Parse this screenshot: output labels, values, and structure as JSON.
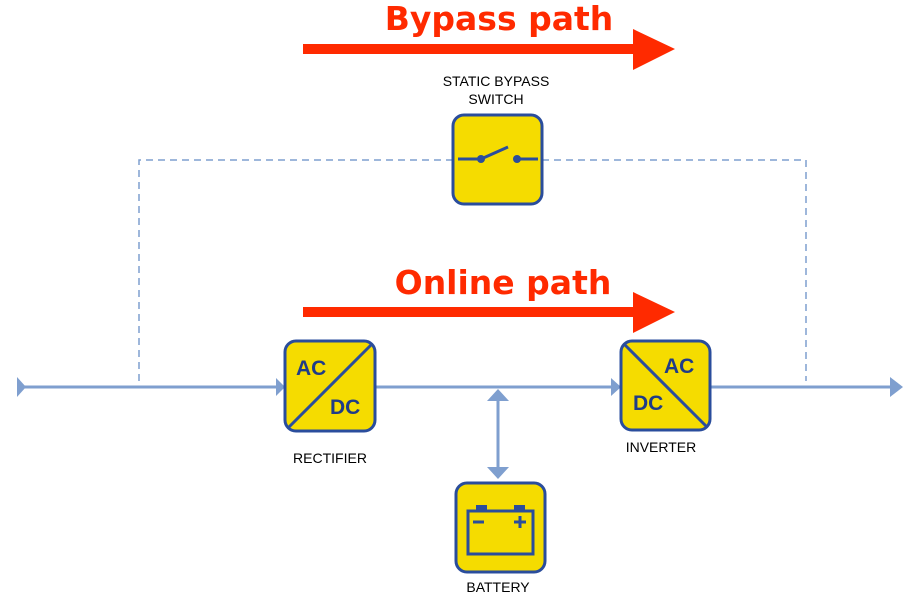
{
  "labels": {
    "bypass_path": "Bypass path",
    "online_path": "Online path",
    "static_bypass_line1": "STATIC BYPASS",
    "static_bypass_line2": "SWITCH",
    "rectifier": "RECTIFIER",
    "inverter": "INVERTER",
    "battery": "BATTERY",
    "rectifier_in": "AC",
    "rectifier_out": "DC",
    "inverter_in": "DC",
    "inverter_out": "AC"
  },
  "colors": {
    "arrow_red": "#ff2a00",
    "line_blue": "#7f9fcf",
    "box_fill": "#f5dc00",
    "box_border": "#2a4d9c",
    "text_blue": "#1f3c88"
  },
  "icons": {
    "switch": "open-switch-icon",
    "battery": "battery-icon"
  }
}
